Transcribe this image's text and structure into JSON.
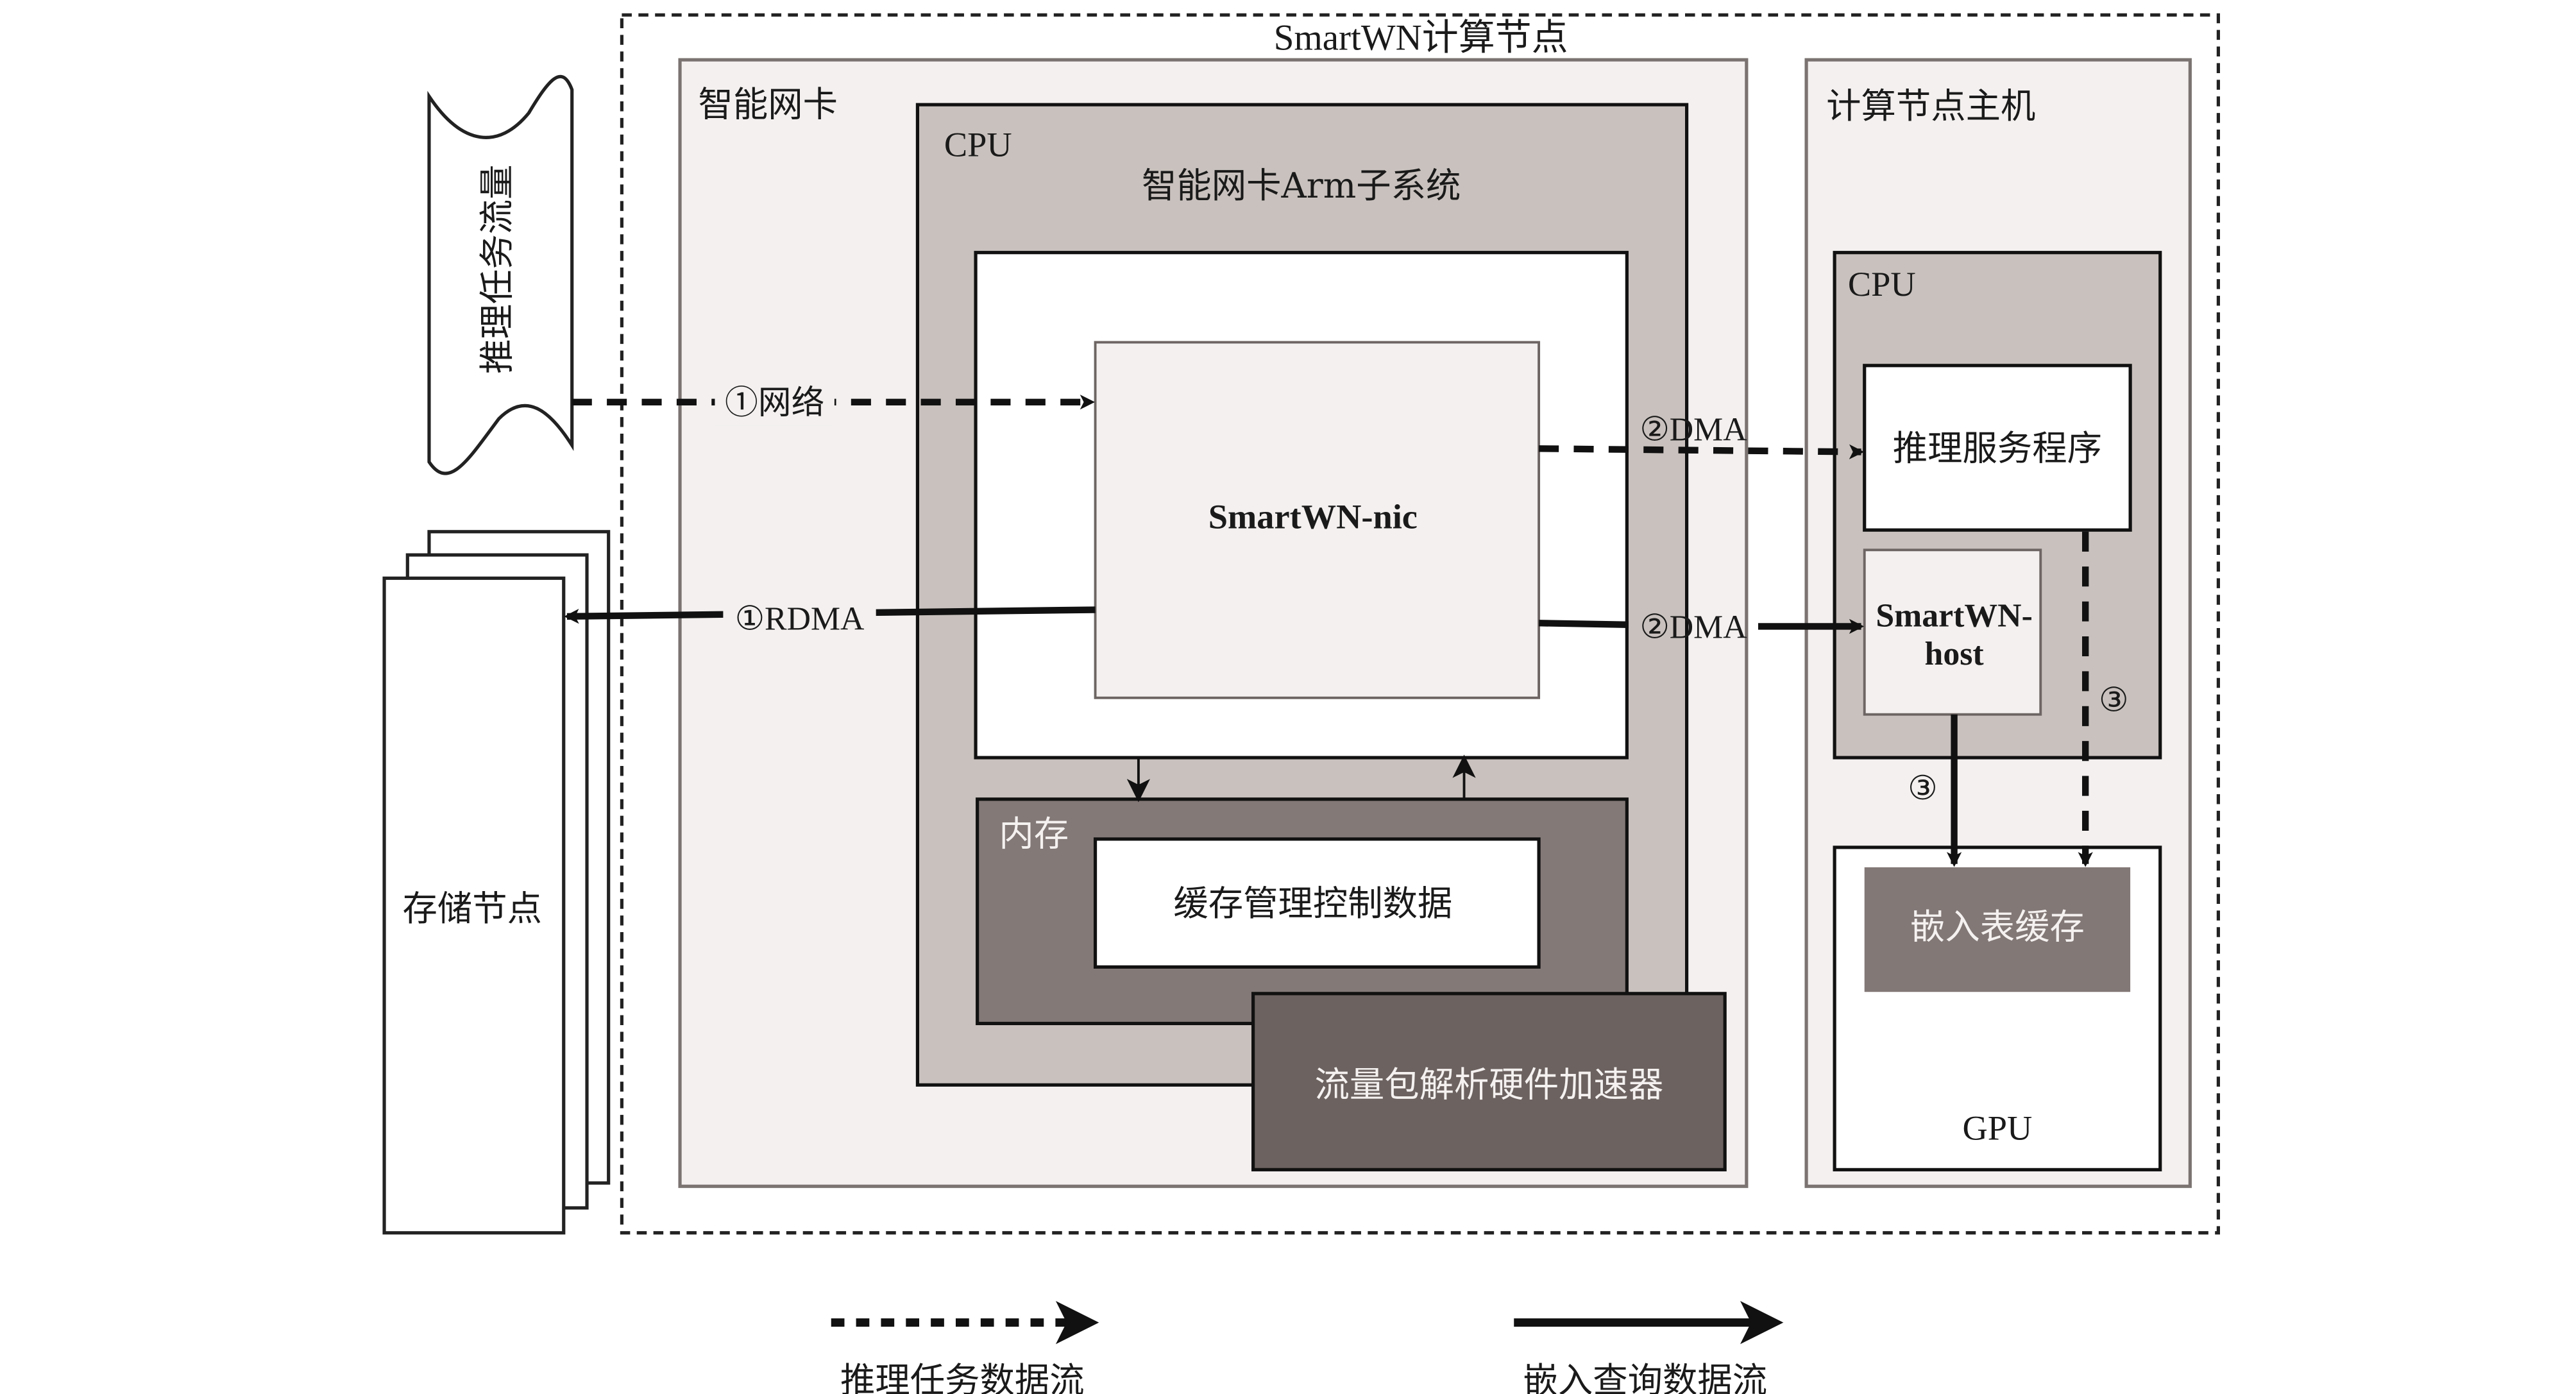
{
  "diagram": {
    "outer_node": {
      "title": "SmartWN计算节点"
    },
    "traffic_source": {
      "label": "推理任务流量"
    },
    "storage_node": {
      "label": "存储节点"
    },
    "smart_nic": {
      "title": "智能网卡",
      "cpu": {
        "title": "CPU",
        "subsystem_title": "智能网卡Arm子系统",
        "module": "SmartWN-nic"
      },
      "memory": {
        "title": "内存",
        "content": "缓存管理控制数据"
      },
      "accelerator": {
        "label": "流量包解析硬件加速器"
      }
    },
    "host": {
      "title": "计算节点主机",
      "cpu": {
        "title": "CPU",
        "service": "推理服务程序",
        "module_line1": "SmartWN-",
        "module_line2": "host"
      },
      "gpu": {
        "title": "GPU",
        "cache": "嵌入表缓存"
      }
    },
    "flows": {
      "network": "①网络",
      "rdma": "①RDMA",
      "dma_task": "②DMA",
      "dma_query": "②DMA",
      "step3_task": "③",
      "step3_query": "③"
    },
    "legend": {
      "task_flow": "推理任务数据流",
      "query_flow": "嵌入查询数据流"
    },
    "colors": {
      "panel_light": "#f3f0ef",
      "cpu_gray": "#c8c1bd",
      "memory_gray": "#837977",
      "accelerator_gray": "#6c625f",
      "cache_gray": "#827876",
      "line": "#111111"
    }
  }
}
